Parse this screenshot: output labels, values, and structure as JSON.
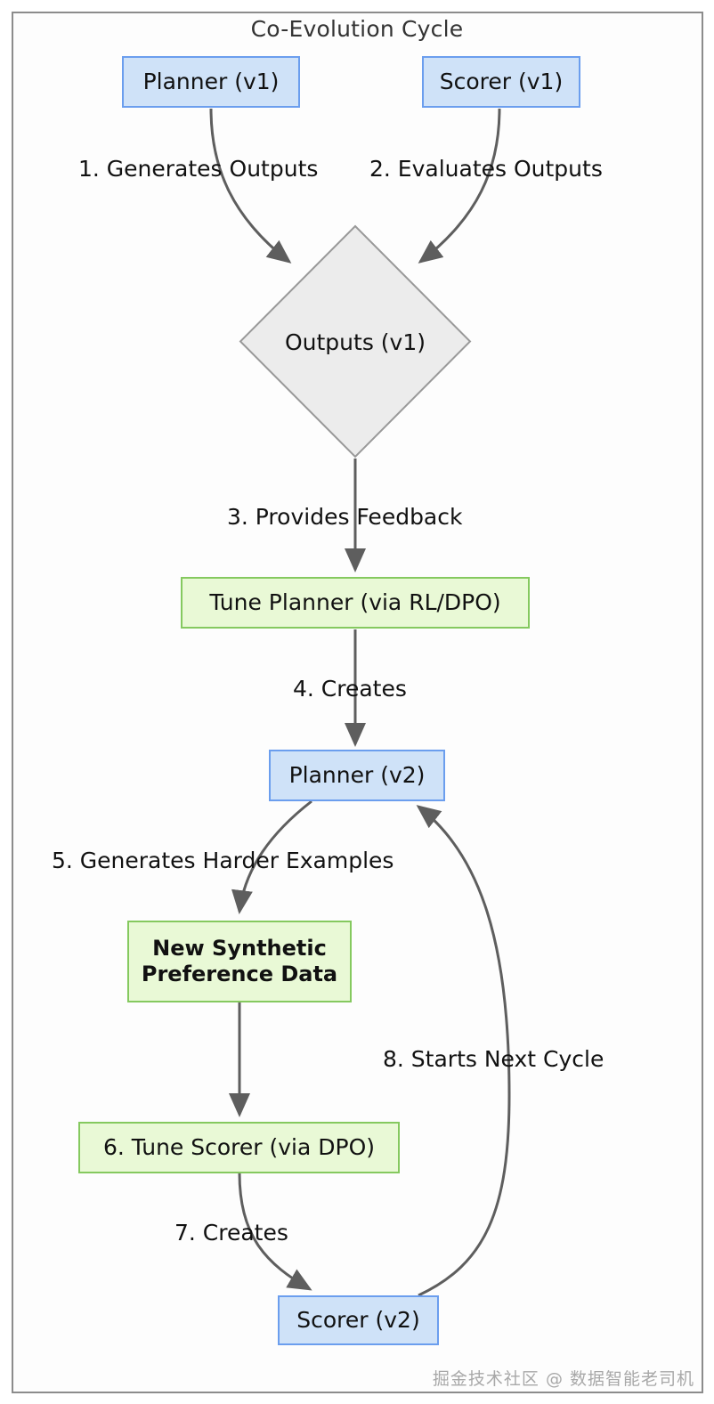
{
  "diagram": {
    "type": "flowchart",
    "title": "Co-Evolution Cycle",
    "watermark": "掘金技术社区 @ 数据智能老司机",
    "colors": {
      "node_blue_fill": "#cfe2f8",
      "node_blue_border": "#6b9eee",
      "node_green_fill": "#e9f9d6",
      "node_green_border": "#85c95f",
      "node_diamond_fill": "#ececec",
      "node_diamond_border": "#999999",
      "edge_stroke": "#5e5e5e",
      "container_border": "#8c8c8c",
      "title_color": "#333333",
      "watermark_color": "#a8a8a8"
    },
    "nodes": [
      {
        "id": "planner_v1",
        "label": "Planner (v1)",
        "shape": "rect",
        "style": "blue"
      },
      {
        "id": "scorer_v1",
        "label": "Scorer (v1)",
        "shape": "rect",
        "style": "blue"
      },
      {
        "id": "outputs_v1",
        "label": "Outputs (v1)",
        "shape": "diamond",
        "style": "gray"
      },
      {
        "id": "tune_planner",
        "label": "Tune Planner (via RL/DPO)",
        "shape": "rect",
        "style": "green"
      },
      {
        "id": "planner_v2",
        "label": "Planner (v2)",
        "shape": "rect",
        "style": "blue"
      },
      {
        "id": "new_data",
        "label_line1": "New Synthetic",
        "label_line2": "Preference Data",
        "shape": "rect",
        "style": "green"
      },
      {
        "id": "tune_scorer",
        "label": "6. Tune Scorer (via DPO)",
        "shape": "rect",
        "style": "green"
      },
      {
        "id": "scorer_v2",
        "label": "Scorer (v2)",
        "shape": "rect",
        "style": "blue"
      }
    ],
    "edges": [
      {
        "from": "planner_v1",
        "to": "outputs_v1",
        "label": "1. Generates Outputs"
      },
      {
        "from": "scorer_v1",
        "to": "outputs_v1",
        "label": "2. Evaluates Outputs"
      },
      {
        "from": "outputs_v1",
        "to": "tune_planner",
        "label": "3. Provides Feedback"
      },
      {
        "from": "tune_planner",
        "to": "planner_v2",
        "label": "4. Creates"
      },
      {
        "from": "planner_v2",
        "to": "new_data",
        "label": "5. Generates Harder Examples"
      },
      {
        "from": "new_data",
        "to": "tune_scorer",
        "label": ""
      },
      {
        "from": "tune_scorer",
        "to": "scorer_v2",
        "label": "7. Creates"
      },
      {
        "from": "scorer_v2",
        "to": "planner_v2",
        "label": "8. Starts Next Cycle"
      }
    ]
  }
}
